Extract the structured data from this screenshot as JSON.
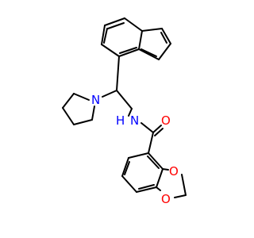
{
  "molecule": {
    "atoms": {
      "amide_nitrogen": {
        "symbol": "N",
        "label": "N",
        "sub_label": "H"
      },
      "pyrrolidine_nitrogen": {
        "symbol": "N",
        "label": "N"
      },
      "carbonyl_oxygen": {
        "symbol": "O",
        "label": "O"
      },
      "dioxole_oxygen_upper": {
        "symbol": "O",
        "label": "O"
      },
      "dioxole_oxygen_lower": {
        "symbol": "O",
        "label": "O"
      }
    },
    "colors": {
      "bond": "#000000",
      "nitrogen": "#0000ff",
      "oxygen": "#ff0000",
      "background": "#ffffff"
    }
  }
}
